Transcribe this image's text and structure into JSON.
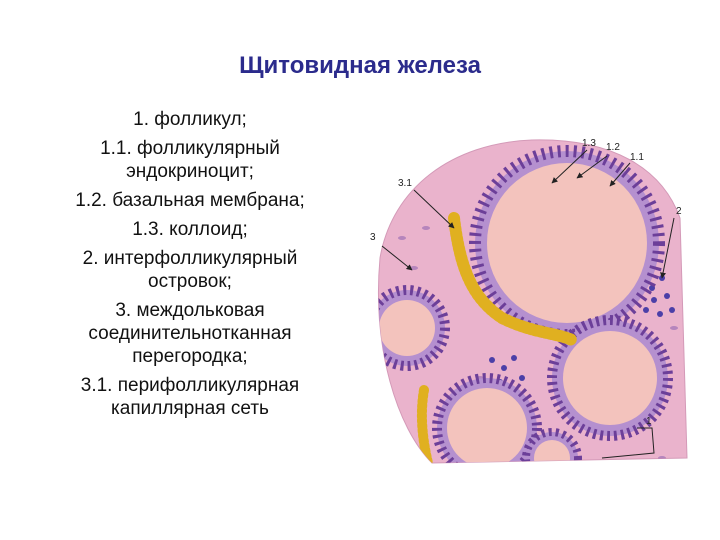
{
  "title": "Щитовидная железа",
  "legend": [
    {
      "lines": [
        "1. фолликул;"
      ]
    },
    {
      "lines": [
        "1.1. фолликулярный",
        "эндокриноцит;"
      ]
    },
    {
      "lines": [
        "1.2. базальная мембрана;"
      ]
    },
    {
      "lines": [
        "1.3. коллоид;"
      ]
    },
    {
      "lines": [
        "2. интерфолликулярный",
        "островок;"
      ]
    },
    {
      "lines": [
        "3. междольковая",
        "соединительнотканная",
        "перегородка;"
      ]
    },
    {
      "lines": [
        "3.1. перифолликулярная",
        "капиллярная сеть"
      ]
    }
  ],
  "figure_labels": {
    "l_3_1": "3.1",
    "l_3": "3",
    "l_1_3": "1.3",
    "l_1_2": "1.2",
    "l_1_1": "1.1",
    "l_2": "2",
    "l_1": "1"
  },
  "colors": {
    "title": "#2b2b8c",
    "colloid": "#f3c3bd",
    "cells": "#7a4fa3",
    "stroma": "#e6a9c8",
    "capillary": "#e0b020"
  }
}
